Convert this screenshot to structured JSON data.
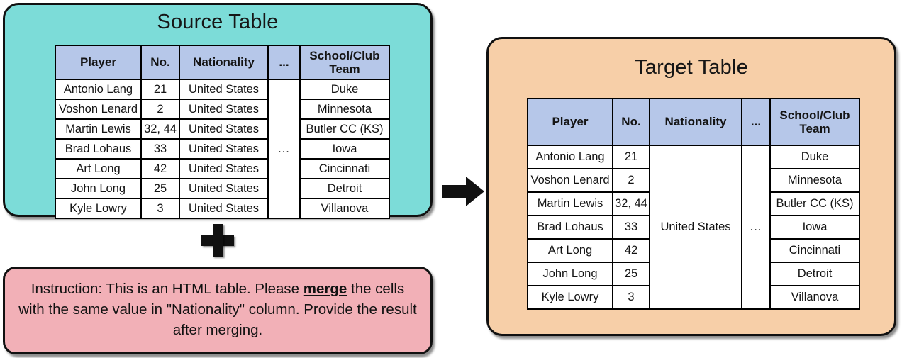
{
  "source": {
    "title": "Source Table",
    "bg_color": "#7CDCD8",
    "table": {
      "columns": [
        "Player",
        "No.",
        "Nationality",
        "...",
        "School/Club Team"
      ],
      "rows": [
        {
          "player": "Antonio Lang",
          "no": "21",
          "nationality": "United States",
          "dots": "...",
          "school": "Duke"
        },
        {
          "player": "Voshon Lenard",
          "no": "2",
          "nationality": "United States",
          "dots": "...",
          "school": "Minnesota"
        },
        {
          "player": "Martin Lewis",
          "no": "32, 44",
          "nationality": "United States",
          "dots": "...",
          "school": "Butler CC (KS)"
        },
        {
          "player": "Brad Lohaus",
          "no": "33",
          "nationality": "United States",
          "dots": "...",
          "school": "Iowa"
        },
        {
          "player": "Art Long",
          "no": "42",
          "nationality": "United States",
          "dots": "...",
          "school": "Cincinnati"
        },
        {
          "player": "John Long",
          "no": "25",
          "nationality": "United States",
          "dots": "...",
          "school": "Detroit"
        },
        {
          "player": "Kyle Lowry",
          "no": "3",
          "nationality": "United States",
          "dots": "...",
          "school": "Villanova"
        }
      ],
      "dots_merged_value": "...",
      "header_color": "#B6C7E9",
      "highlight_color": "#F2B3BA"
    }
  },
  "instruction": {
    "bg_color": "#F2B0B7",
    "text_part1": "Instruction: This is an HTML table. Please ",
    "emphasis": "merge",
    "text_part2": " the cells with the same value in \"Nationality\" column. Provide the result after merging."
  },
  "plus": {
    "icon": "plus-icon"
  },
  "arrow": {
    "icon": "arrow-right-icon"
  },
  "target": {
    "title": "Target Table",
    "bg_color": "#F7CFA8",
    "table": {
      "columns": [
        "Player",
        "No.",
        "Nationality",
        "...",
        "School/Club Team"
      ],
      "rows": [
        {
          "player": "Antonio Lang",
          "no": "21",
          "school": "Duke"
        },
        {
          "player": "Voshon Lenard",
          "no": "2",
          "school": "Minnesota"
        },
        {
          "player": "Martin Lewis",
          "no": "32, 44",
          "school": "Butler CC (KS)"
        },
        {
          "player": "Brad Lohaus",
          "no": "33",
          "school": "Iowa"
        },
        {
          "player": "Art Long",
          "no": "42",
          "school": "Cincinnati"
        },
        {
          "player": "John Long",
          "no": "25",
          "school": "Detroit"
        },
        {
          "player": "Kyle Lowry",
          "no": "3",
          "school": "Villanova"
        }
      ],
      "nationality_merged_value": "United States",
      "dots_merged_value": "...",
      "header_color": "#B6C7E9",
      "highlight_color": "#F2B3BA"
    }
  }
}
